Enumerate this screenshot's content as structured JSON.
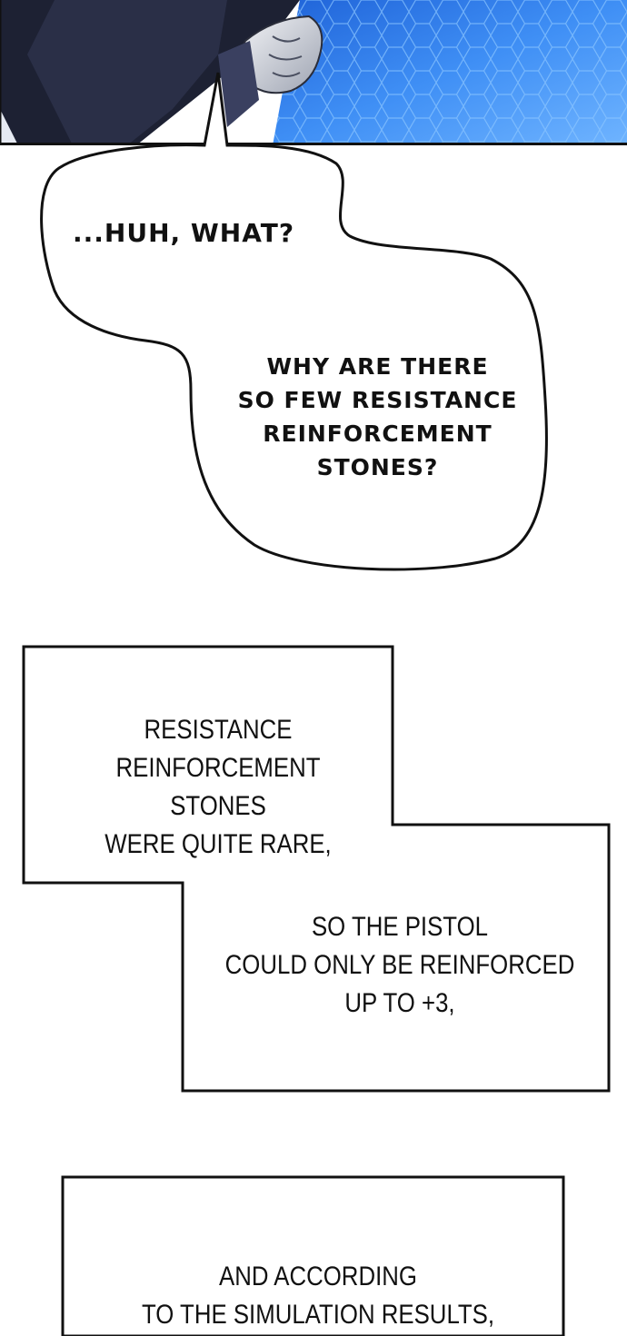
{
  "bubble": {
    "line1": "...HUH, WHAT?",
    "line2": [
      "WHY ARE THERE",
      "SO FEW RESISTANCE",
      "REINFORCEMENT",
      "STONES?"
    ]
  },
  "caption1": [
    "RESISTANCE",
    "REINFORCEMENT STONES",
    "WERE QUITE RARE,"
  ],
  "caption2": [
    "SO THE PISTOL",
    "COULD ONLY BE REINFORCED",
    "UP TO +3,"
  ],
  "caption3": [
    "AND ACCORDING",
    "TO THE SIMULATION RESULTS,"
  ],
  "colors": {
    "panel_blue": "#3a86f0",
    "ink": "#111111"
  }
}
